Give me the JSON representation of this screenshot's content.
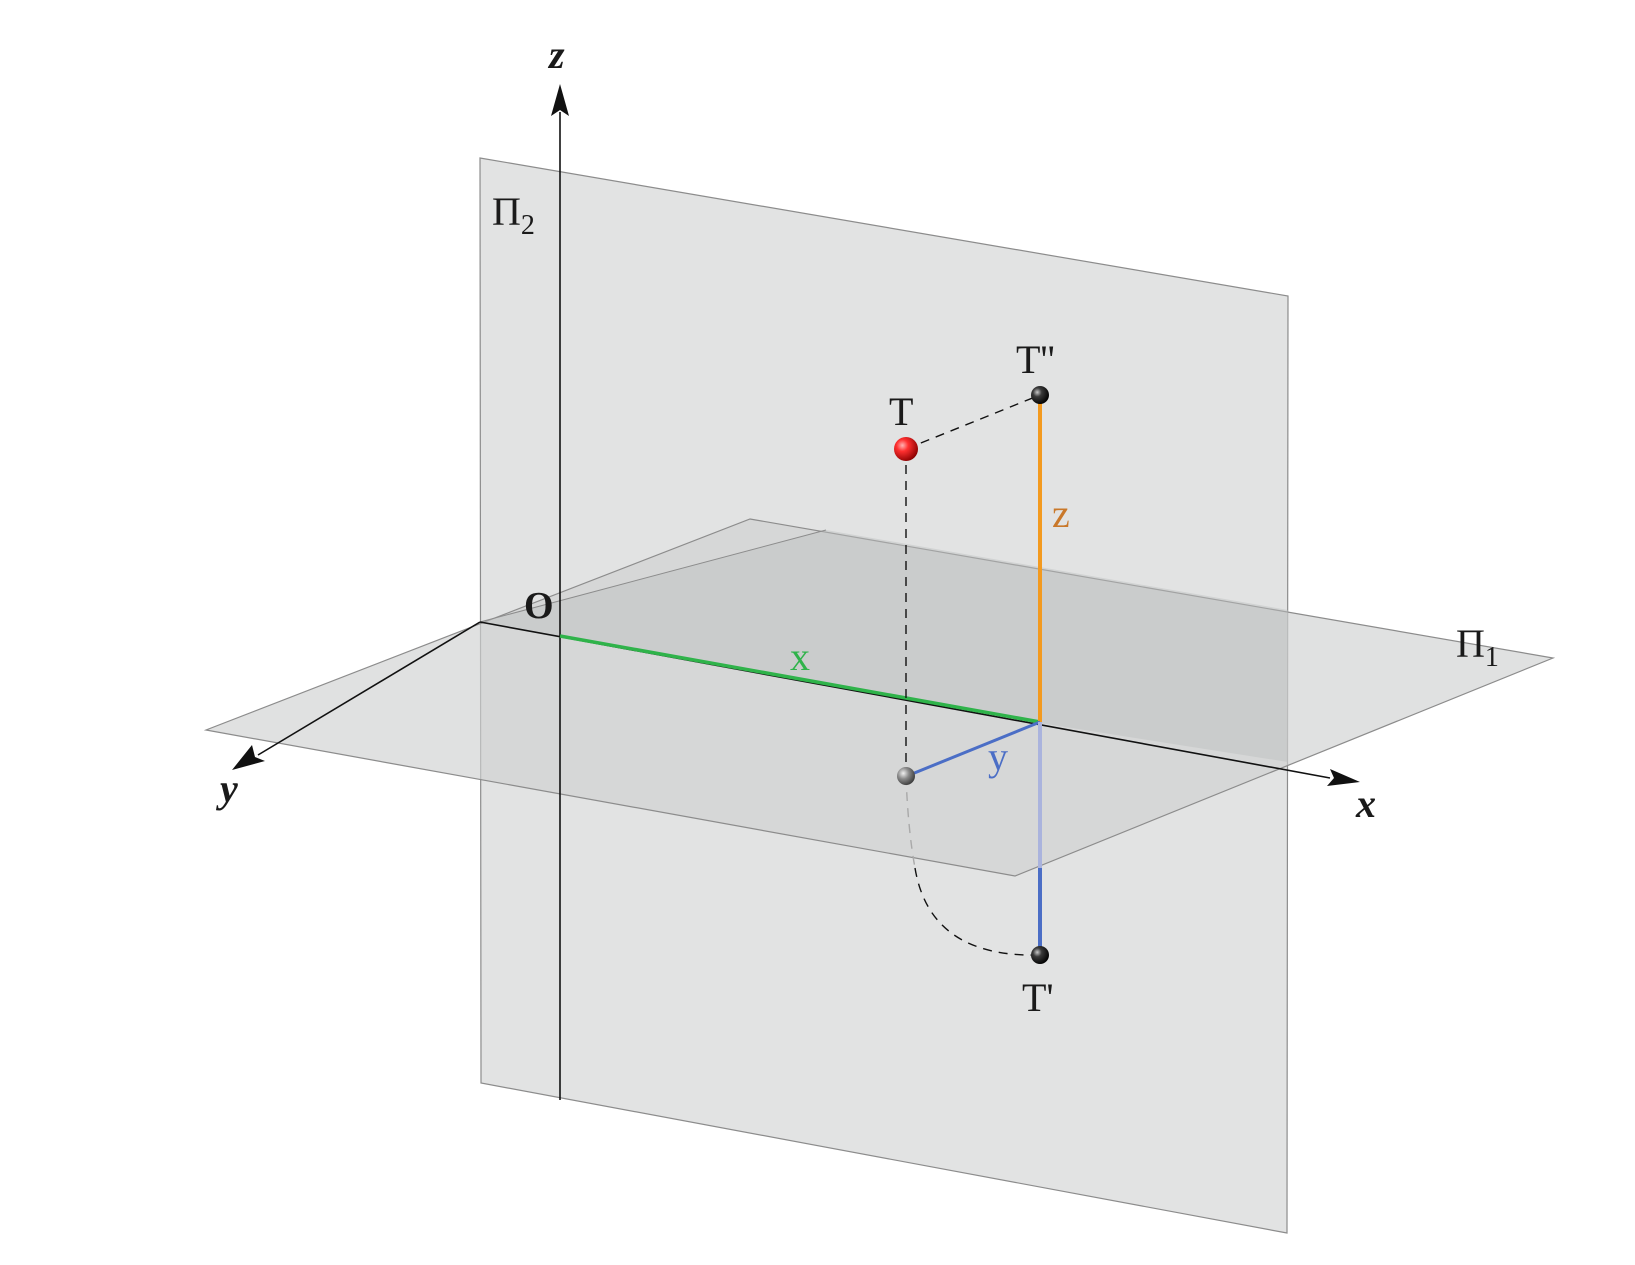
{
  "labels": {
    "axis_z": "z",
    "axis_x": "x",
    "axis_y": "y",
    "origin": "O",
    "plane_pi2_base": "Π",
    "plane_pi2_sub": "2",
    "plane_pi1_base": "Π",
    "plane_pi1_sub": "1",
    "point_T": "T",
    "point_T_double": "T''",
    "point_T_prime": "T'",
    "segment_x": "x",
    "segment_y": "y",
    "segment_z": "z"
  },
  "colors": {
    "plane_fill": "#dcdddd",
    "plane_edge": "#8c8c8c",
    "axis": "#111111",
    "x_segment": "#2fb34a",
    "y_segment": "#4b6ec6",
    "z_segment": "#f39a1f",
    "point_T": "#e01e1e",
    "point_projection": "#2b2b2b"
  }
}
